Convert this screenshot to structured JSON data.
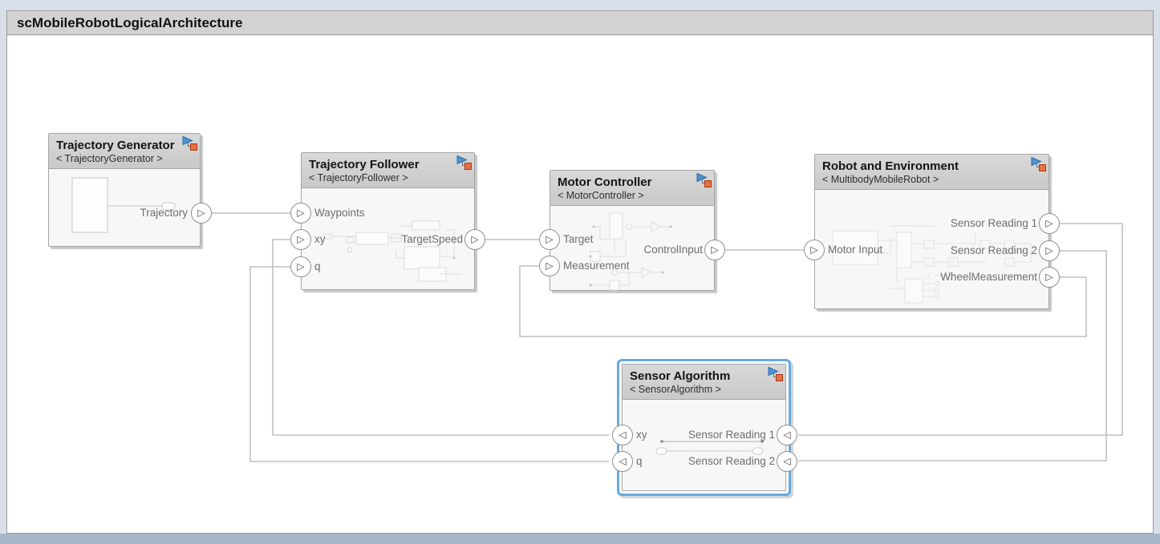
{
  "window": {
    "title": "scMobileRobotLogicalArchitecture"
  },
  "icons": {
    "block_badge": "simulink-behavior-link-icon",
    "input_port_glyph": "right-pointing-triangle-icon",
    "reversed_port_glyph": "left-pointing-triangle-icon"
  },
  "colors": {
    "background": "#d9dfe8",
    "canvas": "#ffffff",
    "title_bar": "#d2d2d2",
    "block_header": "#d1d1d1",
    "block_body": "#f7f7f7",
    "selection": "#66abdf",
    "wire": "#b4b4b4",
    "badge_blue": "#4a94d4",
    "badge_orange": "#e8713c",
    "bottom_strip": "#a9b6c9"
  },
  "blocks": [
    {
      "title": "Trajectory Generator",
      "stereotype": "< TrajectoryGenerator >",
      "selected": false,
      "ports": [
        {
          "name": "Trajectory",
          "direction": "output",
          "side": "right",
          "glyph": "▷"
        }
      ]
    },
    {
      "title": "Trajectory Follower",
      "stereotype": "< TrajectoryFollower >",
      "selected": false,
      "ports": [
        {
          "name": "Waypoints",
          "direction": "input",
          "side": "left",
          "glyph": "▷"
        },
        {
          "name": "xy",
          "direction": "input",
          "side": "left",
          "glyph": "▷"
        },
        {
          "name": "q",
          "direction": "input",
          "side": "left",
          "glyph": "▷"
        },
        {
          "name": "TargetSpeed",
          "direction": "output",
          "side": "right",
          "glyph": "▷"
        }
      ]
    },
    {
      "title": "Motor Controller",
      "stereotype": "< MotorController >",
      "selected": false,
      "ports": [
        {
          "name": "Target",
          "direction": "input",
          "side": "left",
          "glyph": "▷"
        },
        {
          "name": "Measurement",
          "direction": "input",
          "side": "left",
          "glyph": "▷"
        },
        {
          "name": "ControlInput",
          "direction": "output",
          "side": "right",
          "glyph": "▷"
        }
      ]
    },
    {
      "title": "Robot and Environment",
      "stereotype": "< MultibodyMobileRobot >",
      "selected": false,
      "ports": [
        {
          "name": "Motor Input",
          "direction": "input",
          "side": "left",
          "glyph": "▷"
        },
        {
          "name": "Sensor Reading 1",
          "direction": "output",
          "side": "right",
          "glyph": "▷"
        },
        {
          "name": "Sensor Reading 2",
          "direction": "output",
          "side": "right",
          "glyph": "▷"
        },
        {
          "name": "WheelMeasurement",
          "direction": "output",
          "side": "right",
          "glyph": "▷"
        }
      ]
    },
    {
      "title": "Sensor Algorithm",
      "stereotype": "< SensorAlgorithm >",
      "selected": true,
      "ports": [
        {
          "name": "xy",
          "direction": "output",
          "side": "left",
          "glyph": "◁"
        },
        {
          "name": "q",
          "direction": "output",
          "side": "left",
          "glyph": "◁"
        },
        {
          "name": "Sensor Reading 1",
          "direction": "input",
          "side": "right",
          "glyph": "◁"
        },
        {
          "name": "Sensor Reading 2",
          "direction": "input",
          "side": "right",
          "glyph": "◁"
        }
      ]
    }
  ],
  "connections": [
    {
      "from": "Trajectory Generator.Trajectory",
      "to": "Trajectory Follower.Waypoints"
    },
    {
      "from": "Trajectory Follower.TargetSpeed",
      "to": "Motor Controller.Target"
    },
    {
      "from": "Motor Controller.ControlInput",
      "to": "Robot and Environment.Motor Input"
    },
    {
      "from": "Robot and Environment.Sensor Reading 1",
      "to": "Sensor Algorithm.Sensor Reading 1"
    },
    {
      "from": "Robot and Environment.Sensor Reading 2",
      "to": "Sensor Algorithm.Sensor Reading 2"
    },
    {
      "from": "Robot and Environment.WheelMeasurement",
      "to": "Motor Controller.Measurement"
    },
    {
      "from": "Sensor Algorithm.xy",
      "to": "Trajectory Follower.xy"
    },
    {
      "from": "Sensor Algorithm.q",
      "to": "Trajectory Follower.q"
    }
  ]
}
